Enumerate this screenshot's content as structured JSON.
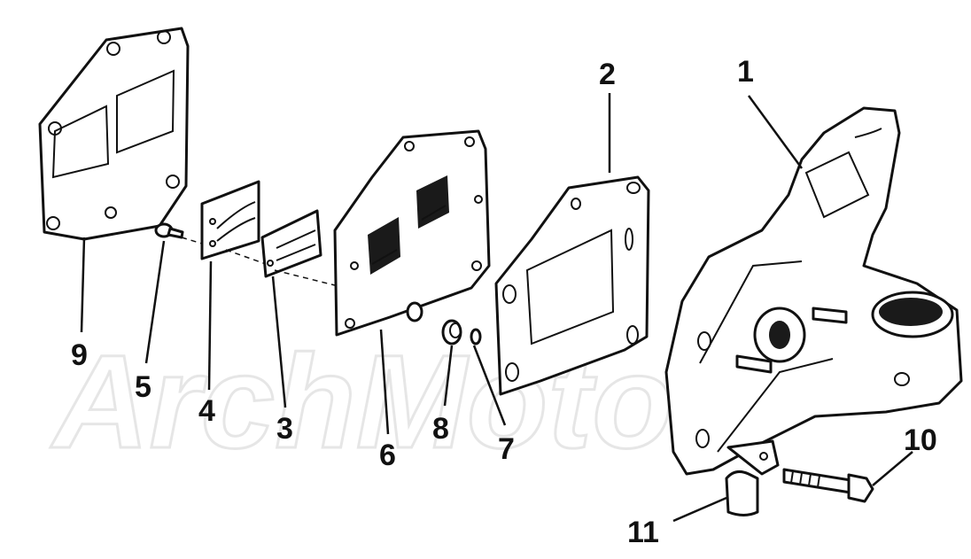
{
  "diagram": {
    "callouts": [
      {
        "id": "1",
        "text": "1"
      },
      {
        "id": "2",
        "text": "2"
      },
      {
        "id": "3",
        "text": "3"
      },
      {
        "id": "4",
        "text": "4"
      },
      {
        "id": "5",
        "text": "5"
      },
      {
        "id": "6",
        "text": "6"
      },
      {
        "id": "7",
        "text": "7"
      },
      {
        "id": "8",
        "text": "8"
      },
      {
        "id": "9",
        "text": "9"
      },
      {
        "id": "10",
        "text": "10"
      },
      {
        "id": "11",
        "text": "11"
      }
    ],
    "watermark": "ArchMoto"
  }
}
